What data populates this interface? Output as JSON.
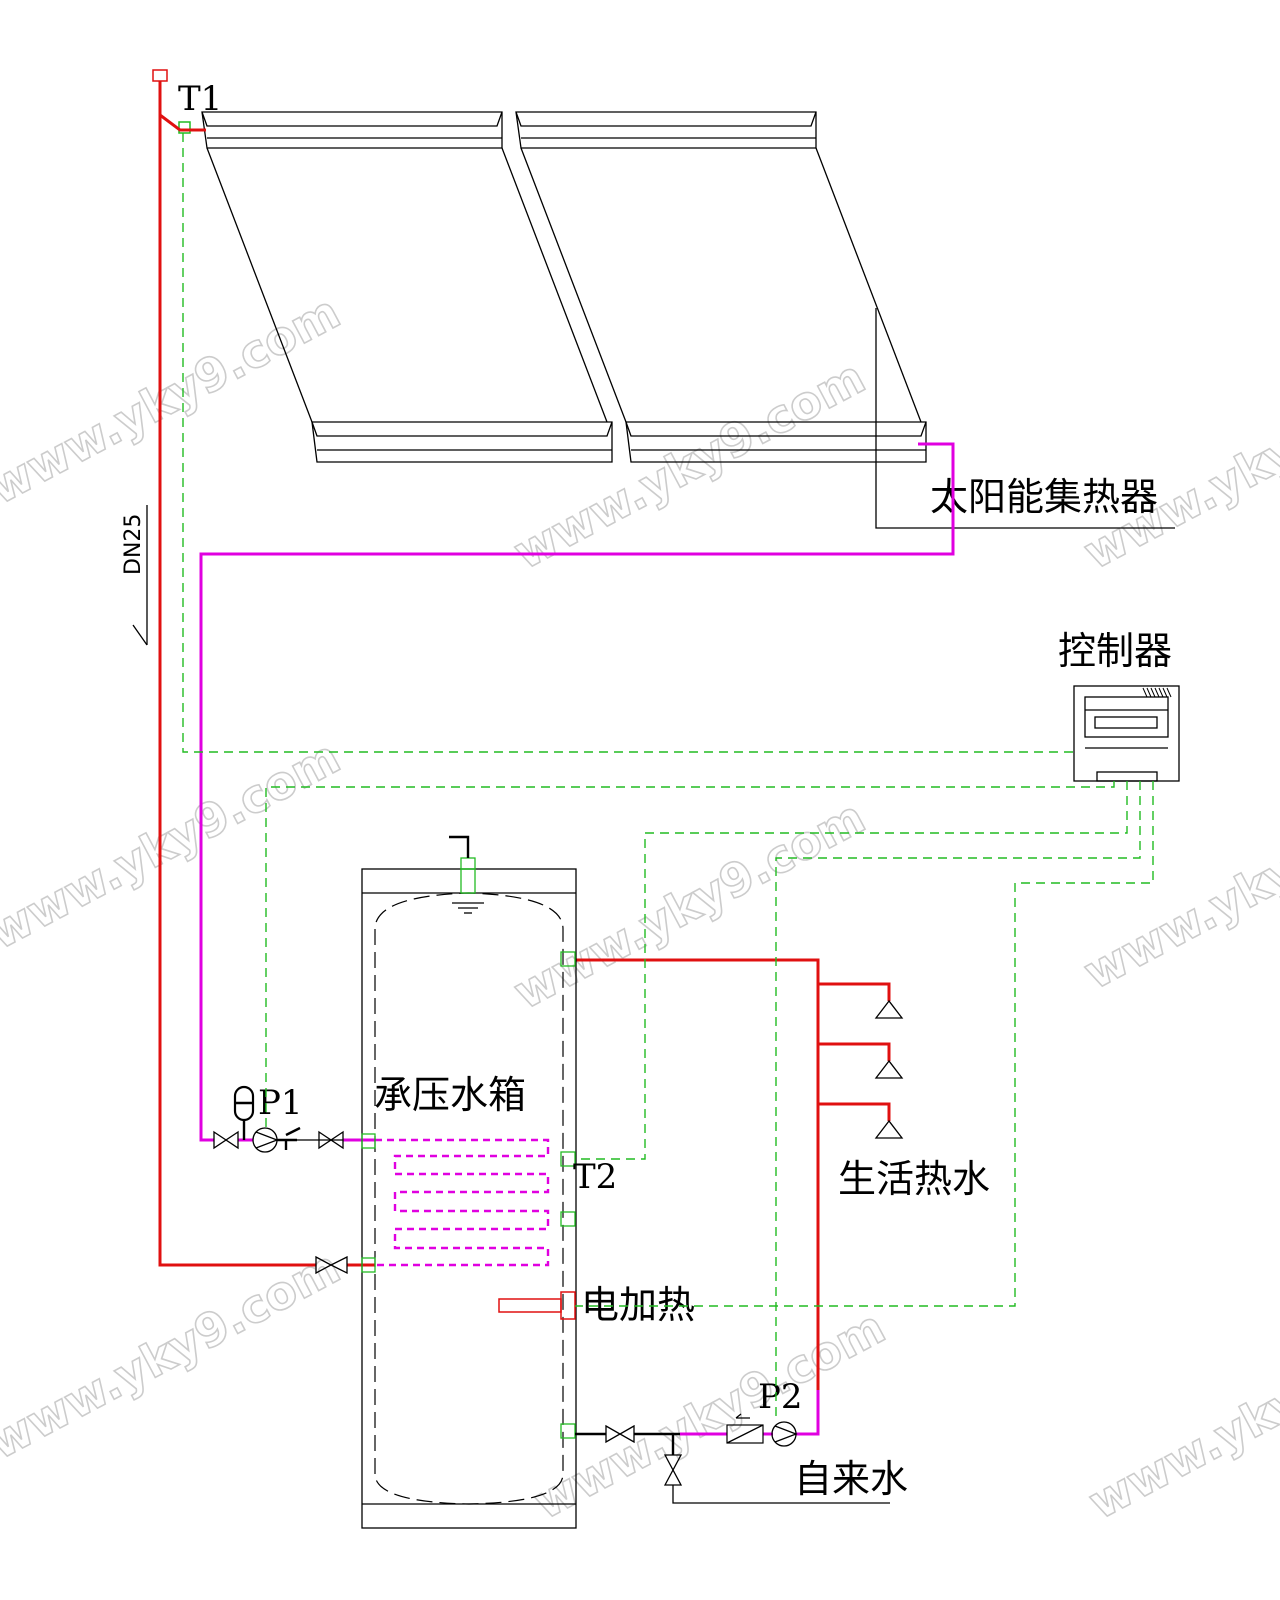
{
  "labels": {
    "collector": "太阳能集热器",
    "controller": "控制器",
    "tank": "承压水箱",
    "hot_water": "生活热水",
    "electric_heater": "电加热",
    "tap_water": "自来水",
    "sensor_t1": "T1",
    "sensor_t2": "T2",
    "pump_p1": "P1",
    "pump_p2": "P2",
    "pipe_size": "DN25"
  },
  "watermark": "www.yky9.com",
  "colors": {
    "hot_pipe": "#e01010",
    "solar_loop": "#e000e0",
    "signal_wire": "#22bb22",
    "line": "#000000"
  }
}
